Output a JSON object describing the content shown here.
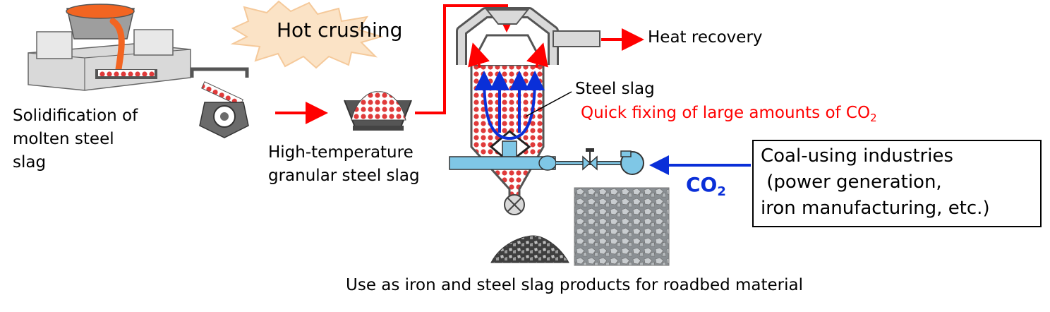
{
  "labels": {
    "hot_crushing": "Hot crushing",
    "solidification": [
      "Solidification of",
      "molten steel",
      "slag"
    ],
    "granular": [
      "High-temperature",
      "granular steel slag"
    ],
    "heat_recovery": "Heat recovery",
    "steel_slag": "Steel slag",
    "quick_fixing": "Quick fixing of large amounts of CO",
    "quick_fixing_sub": "2",
    "co2_main": "CO",
    "co2_sub": "2",
    "coal_industries": [
      "Coal-using industries",
      " (power generation,",
      "iron manufacturing, etc.)"
    ],
    "bottom": "Use as iron and steel slag products for roadbed material"
  },
  "colors": {
    "arrow_red": "#ff0000",
    "arrow_blue": "#0a2fd8",
    "slag_red": "#e03a3a",
    "pipe_blue": "#7fc7e6",
    "equipment_gray": "#d9d9d9",
    "molten_orange": "#f26522"
  }
}
